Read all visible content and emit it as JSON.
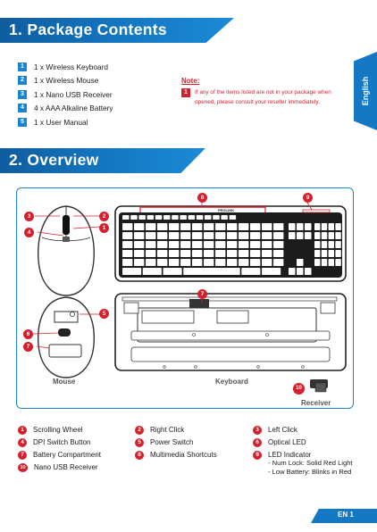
{
  "section1": {
    "title": "1. Package Contents"
  },
  "language_tab": "English",
  "contents": [
    {
      "num": "1",
      "text": "1 x Wireless Keyboard"
    },
    {
      "num": "2",
      "text": "1 x Wireless Mouse"
    },
    {
      "num": "3",
      "text": "1 x Nano USB Receiver"
    },
    {
      "num": "4",
      "text": "4 x AAA Alkaline Battery"
    },
    {
      "num": "5",
      "text": "1 x User Manual"
    }
  ],
  "note": {
    "title": "Note:",
    "num": "1",
    "line1": "If any of the items listed are not in your package when",
    "line2": "opened, please consult your reseller immediately."
  },
  "section2": {
    "title": "2. Overview"
  },
  "figure": {
    "label_mouse": "Mouse",
    "label_keyboard": "Keyboard",
    "label_receiver": "Receiver",
    "keyboard_brand": "PROLiNK",
    "callouts": [
      "1",
      "2",
      "3",
      "4",
      "5",
      "6",
      "7",
      "8",
      "9",
      "10"
    ]
  },
  "legend": [
    {
      "num": "1",
      "text": "Scrolling Wheel"
    },
    {
      "num": "2",
      "text": "Right Click"
    },
    {
      "num": "3",
      "text": "Left Click"
    },
    {
      "num": "4",
      "text": "DPI Switch Button"
    },
    {
      "num": "5",
      "text": "Power Switch"
    },
    {
      "num": "6",
      "text": "Optical LED"
    },
    {
      "num": "7",
      "text": "Battery Compartment"
    },
    {
      "num": "8",
      "text": "Multimedia Shortcuts"
    },
    {
      "num": "9",
      "text": "LED Indicator"
    },
    {
      "num": "10",
      "text": "Nano USB Receiver"
    }
  ],
  "led_details": [
    "- Num Lock: Solid Red Light",
    "- Low Battery: Blinks in Red"
  ],
  "footer": "EN 1",
  "colors": {
    "accent": "#1478c4",
    "callout": "#d4202c"
  }
}
